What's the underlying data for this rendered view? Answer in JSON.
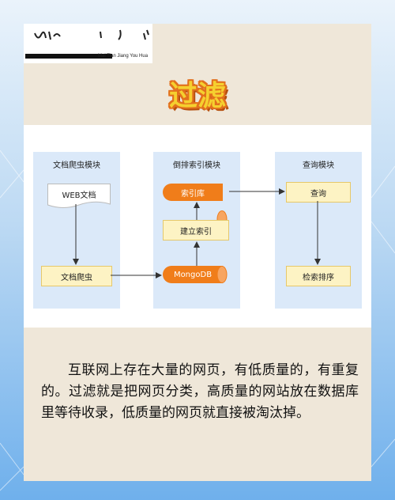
{
  "logo": {
    "subtitle": "Mai Tian Jiang You Hua"
  },
  "title": "过滤",
  "diagram": {
    "panels": [
      {
        "title": "文档爬虫模块",
        "nodes": [
          "WEB文档",
          "文档爬虫"
        ]
      },
      {
        "title": "倒排索引模块",
        "nodes": [
          "索引库",
          "建立索引",
          "MongoDB"
        ]
      },
      {
        "title": "查询模块",
        "nodes": [
          "查询",
          "检索排序"
        ]
      }
    ]
  },
  "body": "互联网上存在大量的网页，有低质量的，有重复的。过滤就是把网页分类，高质量的网站放在数据库里等待收录，低质量的网页就直接被淘汰掉。",
  "colors": {
    "title_fill": "#f5d02f",
    "title_outline": "#e2701c",
    "panel_bg": "#dbe9f9",
    "node_bg": "#fdf3c4",
    "cylinder": "#f07d1a"
  }
}
